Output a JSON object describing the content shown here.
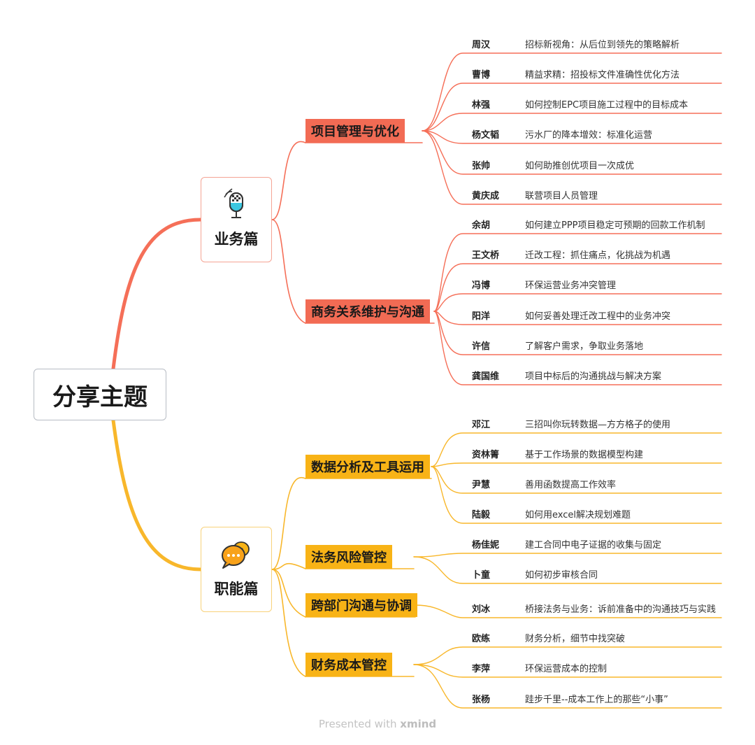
{
  "root": {
    "label": "分享主题"
  },
  "footer": {
    "prefix": "Presented with",
    "brand": "xmind"
  },
  "colors": {
    "red": "#f56f58",
    "redFill": "#f26b54",
    "yellow": "#f8b72b",
    "yellowFill": "#f8b316"
  },
  "branches": [
    {
      "label": "业务篇",
      "icon": "microphone-icon",
      "categories": [
        {
          "label": "项目管理与优化",
          "leaves": [
            {
              "name": "周汉",
              "topic": "招标新视角：从后位到领先的策略解析"
            },
            {
              "name": "曹博",
              "topic": "精益求精：招投标文件准确性优化方法"
            },
            {
              "name": "林强",
              "topic": "如何控制EPC项目施工过程中的目标成本"
            },
            {
              "name": "杨文韬",
              "topic": "污水厂的降本增效：标准化运营"
            },
            {
              "name": "张帅",
              "topic": "如何助推创优项目一次成优"
            },
            {
              "name": "黄庆成",
              "topic": "联营项目人员管理"
            }
          ]
        },
        {
          "label": "商务关系维护与沟通",
          "leaves": [
            {
              "name": "余胡",
              "topic": "如何建立PPP项目稳定可预期的回款工作机制"
            },
            {
              "name": "王文桥",
              "topic": "迁改工程：抓住痛点，化挑战为机遇"
            },
            {
              "name": "冯博",
              "topic": "环保运营业务冲突管理"
            },
            {
              "name": "阳洋",
              "topic": "如何妥善处理迁改工程中的业务冲突"
            },
            {
              "name": "许信",
              "topic": "了解客户需求，争取业务落地"
            },
            {
              "name": "龚国维",
              "topic": "项目中标后的沟通挑战与解决方案"
            }
          ]
        }
      ]
    },
    {
      "label": "职能篇",
      "icon": "chat-bubbles-icon",
      "categories": [
        {
          "label": "数据分析及工具运用",
          "leaves": [
            {
              "name": "邓江",
              "topic": "三招叫你玩转数据—方方格子的使用"
            },
            {
              "name": "资林箐",
              "topic": "基于工作场景的数据模型构建"
            },
            {
              "name": "尹慧",
              "topic": "善用函数提高工作效率"
            },
            {
              "name": "陆毅",
              "topic": "如何用excel解决规划难题"
            }
          ]
        },
        {
          "label": "法务风险管控",
          "leaves": [
            {
              "name": "杨佳妮",
              "topic": "建工合同中电子证据的收集与固定"
            },
            {
              "name": "卜童",
              "topic": "如何初步审核合同"
            }
          ]
        },
        {
          "label": "跨部门沟通与协调",
          "leaves": [
            {
              "name": "刘冰",
              "topic": "桥接法务与业务：诉前准备中的沟通技巧与实践"
            }
          ]
        },
        {
          "label": "财务成本管控",
          "leaves": [
            {
              "name": "欧练",
              "topic": "财务分析，细节中找突破"
            },
            {
              "name": "李萍",
              "topic": "环保运营成本的控制"
            },
            {
              "name": "张杨",
              "topic": "跬步千里--成本工作上的那些“小事”"
            }
          ]
        }
      ]
    }
  ]
}
